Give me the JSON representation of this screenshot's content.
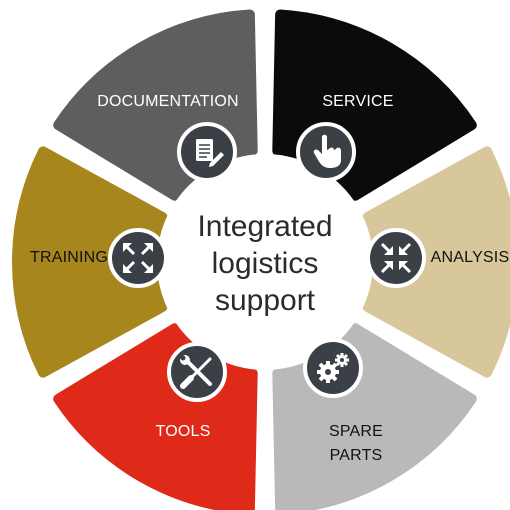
{
  "center": {
    "line1": "Integrated",
    "line2": "logistics",
    "line3": "support"
  },
  "segments": [
    {
      "key": "documentation",
      "label": "DOCUMENTATION",
      "color": "#5e5e5e",
      "text_color": "#ffffff",
      "icon": "document-edit-icon"
    },
    {
      "key": "service",
      "label": "SERVICE",
      "color": "#0b0b0b",
      "text_color": "#ffffff",
      "icon": "hand-pointer-icon"
    },
    {
      "key": "analysis",
      "label": "ANALYSIS",
      "color": "#d8c79b",
      "text_color": "#111111",
      "icon": "compress-arrows-icon"
    },
    {
      "key": "spare_parts",
      "label_line1": "SPARE",
      "label_line2": "PARTS",
      "color": "#b9b9b9",
      "text_color": "#111111",
      "icon": "gears-icon"
    },
    {
      "key": "tools",
      "label": "TOOLS",
      "color": "#df2a1a",
      "text_color": "#ffffff",
      "icon": "wrench-screwdriver-icon"
    },
    {
      "key": "training",
      "label": "TRAINING",
      "color": "#a8861e",
      "text_color": "#111111",
      "icon": "expand-arrows-icon"
    }
  ]
}
